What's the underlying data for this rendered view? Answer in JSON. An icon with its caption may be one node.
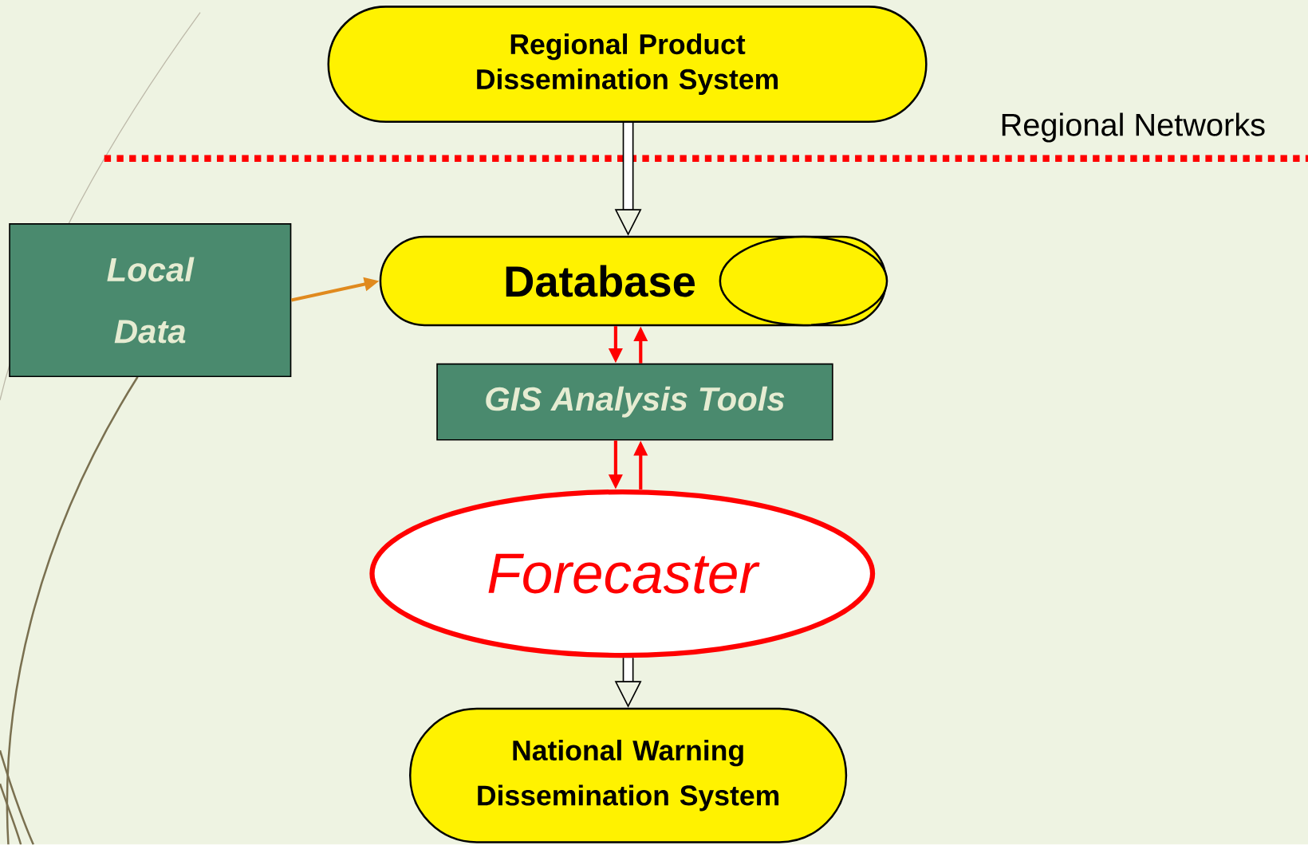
{
  "diagram": {
    "nodes": [
      {
        "text": [
          "Regional Product Dissemination System"
        ]
      },
      {
        "text": [
          "Local Data"
        ]
      },
      {
        "text": [
          "Database"
        ]
      },
      {
        "text": [
          "GIS Analysis Tools"
        ]
      },
      {
        "text": [
          "Forecaster"
        ]
      },
      {
        "text": [
          "National Warning Dissemination System"
        ]
      }
    ],
    "edges": [
      {
        "from": 0,
        "to": 2,
        "arrow": "to",
        "style": "thick",
        "color": "#000000"
      },
      {
        "from": 1,
        "to": 2,
        "arrow": "to",
        "color": "#e08a1e"
      },
      {
        "from": 2,
        "to": 3,
        "arrow": "to"
      },
      {
        "from": 3,
        "to": 2,
        "arrow": "to"
      },
      {
        "from": 3,
        "to": 4,
        "arrow": "to"
      },
      {
        "from": 4,
        "to": 3,
        "arrow": "to"
      },
      {
        "from": 4,
        "to": 5,
        "arrow": "to",
        "style": "thick",
        "color": "#000000"
      }
    ],
    "labels": [
      "Regional Networks"
    ]
  }
}
